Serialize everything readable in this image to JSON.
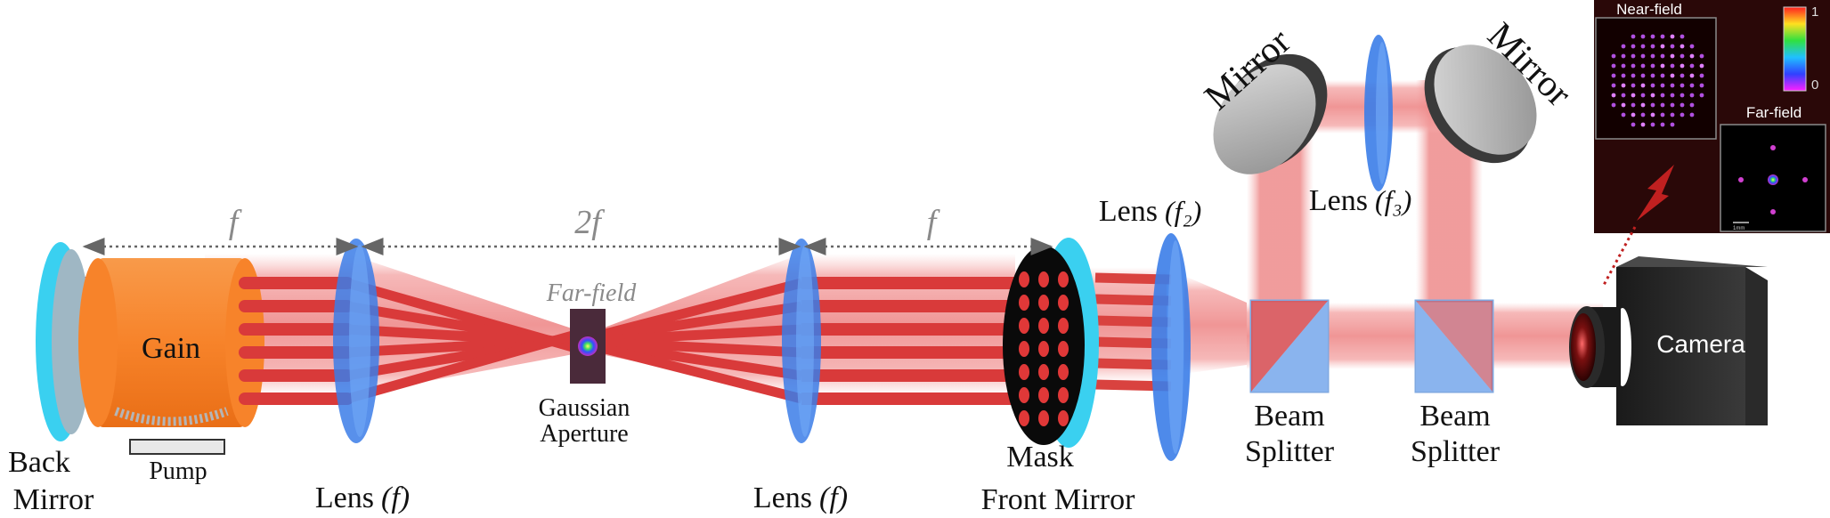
{
  "labels": {
    "back_mirror": [
      "Back",
      "Mirror"
    ],
    "gain": "Gain",
    "pump": "Pump",
    "lens1": "Lens",
    "lens2": "Lens",
    "lens_f_suffix": "(f)",
    "far_field_small": "Far-field",
    "gaussian_aperture": [
      "Gaussian",
      "Aperture"
    ],
    "mask": "Mask",
    "front_mirror": "Front Mirror",
    "lens_f2": "Lens",
    "lens_f2_suffix": "(f₂)",
    "lens_f3": "Lens",
    "lens_f3_suffix": "(f₃)",
    "mirror_left": "Mirror",
    "mirror_right": "Mirror",
    "beam_splitter_1": [
      "Beam",
      "Splitter"
    ],
    "beam_splitter_2": [
      "Beam",
      "Splitter"
    ],
    "camera": "Camera"
  },
  "distances": {
    "d1": "f",
    "d2": "2f",
    "d3": "f"
  },
  "inset": {
    "near_field": "Near-field",
    "far_field": "Far-field",
    "colorbar_max": "1",
    "colorbar_min": "0",
    "scale_bar": "1mm"
  },
  "colors": {
    "beam": "#d93a3a",
    "beam_glow": "#f4a0a0",
    "lens": "#3b7de8",
    "mirror_cyan": "#3ad0f0",
    "gain": "#f7832a",
    "mask": "#0a0a0a",
    "inset_bg": "#2a0808"
  }
}
